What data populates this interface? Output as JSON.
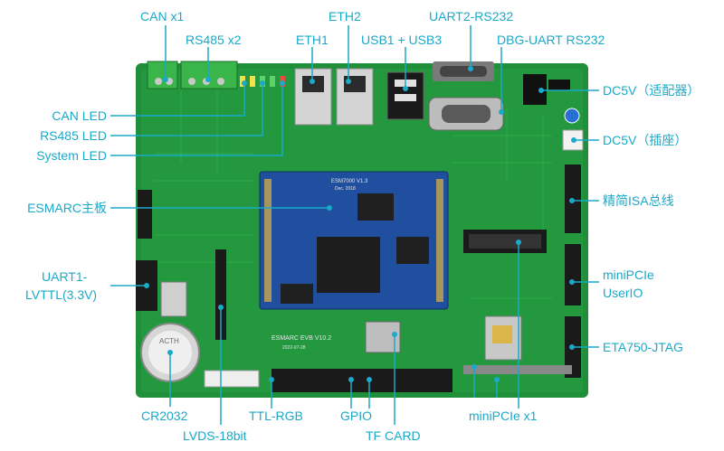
{
  "colors": {
    "label": "#1aa9c9",
    "pcb": "#1f8f3a",
    "pcb_light": "#2fae4c",
    "som": "#1f4f9e",
    "connector_black": "#1a1a1a",
    "terminal_green": "#39b54a"
  },
  "labels": {
    "can_x1": "CAN x1",
    "rs485_x2": "RS485 x2",
    "eth1": "ETH1",
    "eth2": "ETH2",
    "usb": "USB1 + USB3",
    "uart2": "UART2-RS232",
    "dbg_uart": "DBG-UART RS232",
    "dc5v_adapter": "DC5V（适配器）",
    "dc5v_socket": "DC5V（插座）",
    "isa_bus": "精简ISA总线",
    "minipcie_userio_1": "miniPCIe",
    "minipcie_userio_2": "UserIO",
    "eta750_jtag": "ETA750-JTAG",
    "can_led": "CAN LED",
    "rs485_led": "RS485 LED",
    "system_led": "System LED",
    "esmarc_board": "ESMARC主板",
    "uart1_line1": "UART1-",
    "uart1_line2": "LVTTL(3.3V)",
    "cr2032": "CR2032",
    "lvds": "LVDS-18bit",
    "ttl_rgb": "TTL-RGB",
    "gpio": "GPIO",
    "tf_card": "TF CARD",
    "minipcie_x1": "miniPCIe x1"
  },
  "board_text": {
    "som_model": "ESM7000 V1.3",
    "som_date": "Dec. 2018",
    "evb_model": "ESMARC EVB V10.2",
    "evb_date": "2022-07-28",
    "battery": "ACTH"
  }
}
